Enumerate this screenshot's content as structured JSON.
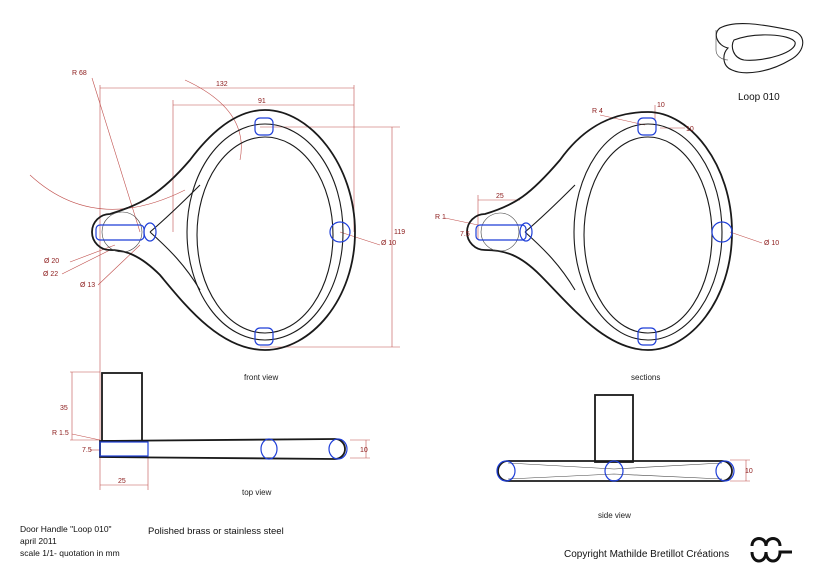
{
  "dims": {
    "r68": "R 68",
    "d132": "132",
    "d91": "91",
    "d119": "119",
    "d10a": "Ø 10",
    "d20": "Ø 20",
    "d22": "Ø 22",
    "d13": "Ø 13",
    "r4": "R 4",
    "s10a": "10",
    "s10b": "10",
    "s25": "25",
    "r1": "R 1",
    "s75": "7.5",
    "d10b": "Ø 10",
    "t35": "35",
    "r15": "R 1.5",
    "t75": "7.5",
    "t10": "10",
    "t25": "25",
    "sv10": "10"
  },
  "views": {
    "front": "front view",
    "sections": "sections",
    "top": "top view",
    "side": "side view"
  },
  "info": {
    "product_name": "Loop 010",
    "title_line": "Door Handle \"Loop 010\"",
    "date": "april 2011",
    "scale": "scale 1/1- quotation in mm",
    "material": "Polished brass or stainless steel",
    "copyright": "Copyright Mathilde Bretillot Créations"
  },
  "colors": {
    "dimension": "#8b1a1a",
    "construction": "#c0504d",
    "section": "#1f3fd8",
    "outline": "#1a1a1a"
  }
}
